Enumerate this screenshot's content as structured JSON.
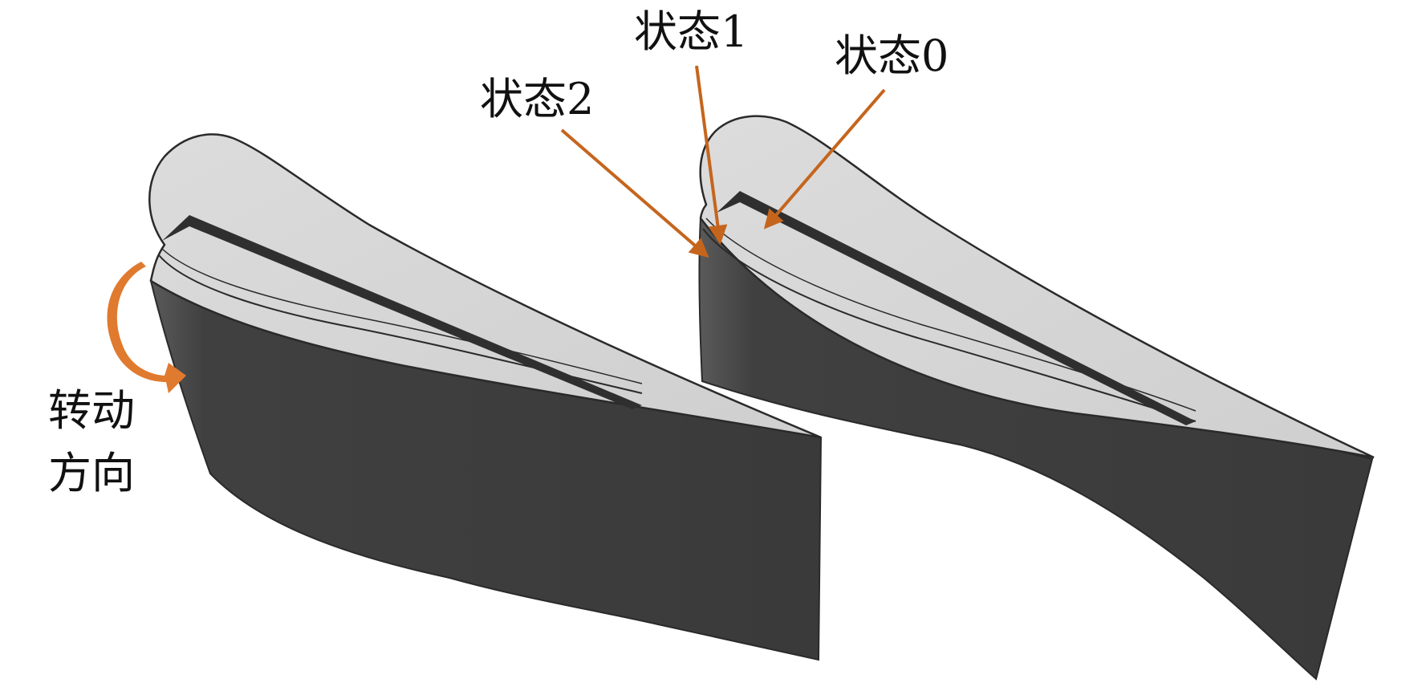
{
  "labels": {
    "state0": "状态0",
    "state1": "状态1",
    "state2": "状态2",
    "rotation_line1": "转动",
    "rotation_line2": "方向"
  },
  "colors": {
    "blade_side": "#3c3c3c",
    "blade_top": "#d4d4d4",
    "blade_outline": "#2a2a2a",
    "arrow": "#c5651d",
    "rotation_arrow": "#e07a2e",
    "text": "#111111",
    "background": "#ffffff"
  }
}
